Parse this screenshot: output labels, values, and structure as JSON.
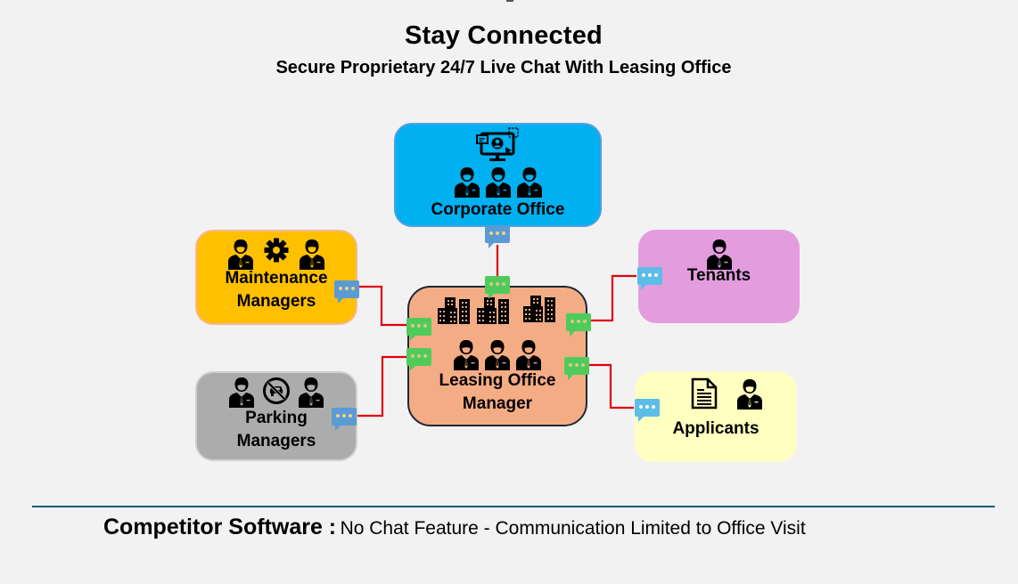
{
  "header": {
    "title": "Stay Connected",
    "subtitle": "Secure Proprietary 24/7 Live Chat With Leasing Office"
  },
  "nodes": {
    "corporate": {
      "label": "Corporate Office",
      "color": "#00b0f0",
      "icons": [
        "computer-monitor-user-icon",
        "person-icon",
        "person-icon",
        "person-icon"
      ]
    },
    "maintenance": {
      "label_line1": "Maintenance",
      "label_line2": "Managers",
      "color": "#ffc000",
      "icons": [
        "person-icon",
        "gear-icon",
        "person-icon"
      ]
    },
    "parking": {
      "label_line1": "Parking",
      "label_line2": "Managers",
      "color": "#acacac",
      "icons": [
        "person-icon",
        "no-parking-car-icon",
        "person-icon"
      ]
    },
    "leasing": {
      "label_line1": "Leasing Office",
      "label_line2": "Manager",
      "color": "#f4ac84",
      "icons": [
        "buildings-icon",
        "buildings-icon",
        "buildings-icon",
        "person-icon",
        "person-icon",
        "person-icon"
      ]
    },
    "tenants": {
      "label": "Tenants",
      "color": "#e39ddf",
      "icons": [
        "person-icon"
      ]
    },
    "applicants": {
      "label": "Applicants",
      "color": "#ffffc0",
      "icons": [
        "document-icon",
        "person-icon"
      ]
    }
  },
  "connectors": {
    "line_color": "#e0000f",
    "chat_bubble_colors": {
      "external": "#5b9bd5",
      "leasing": "#4fcb5b",
      "light": "#5bbde8"
    }
  },
  "footer": {
    "label": "Competitor Software :",
    "text": "No Chat Feature - Communication Limited to Office Visit",
    "divider_color": "#1f5a7a"
  }
}
